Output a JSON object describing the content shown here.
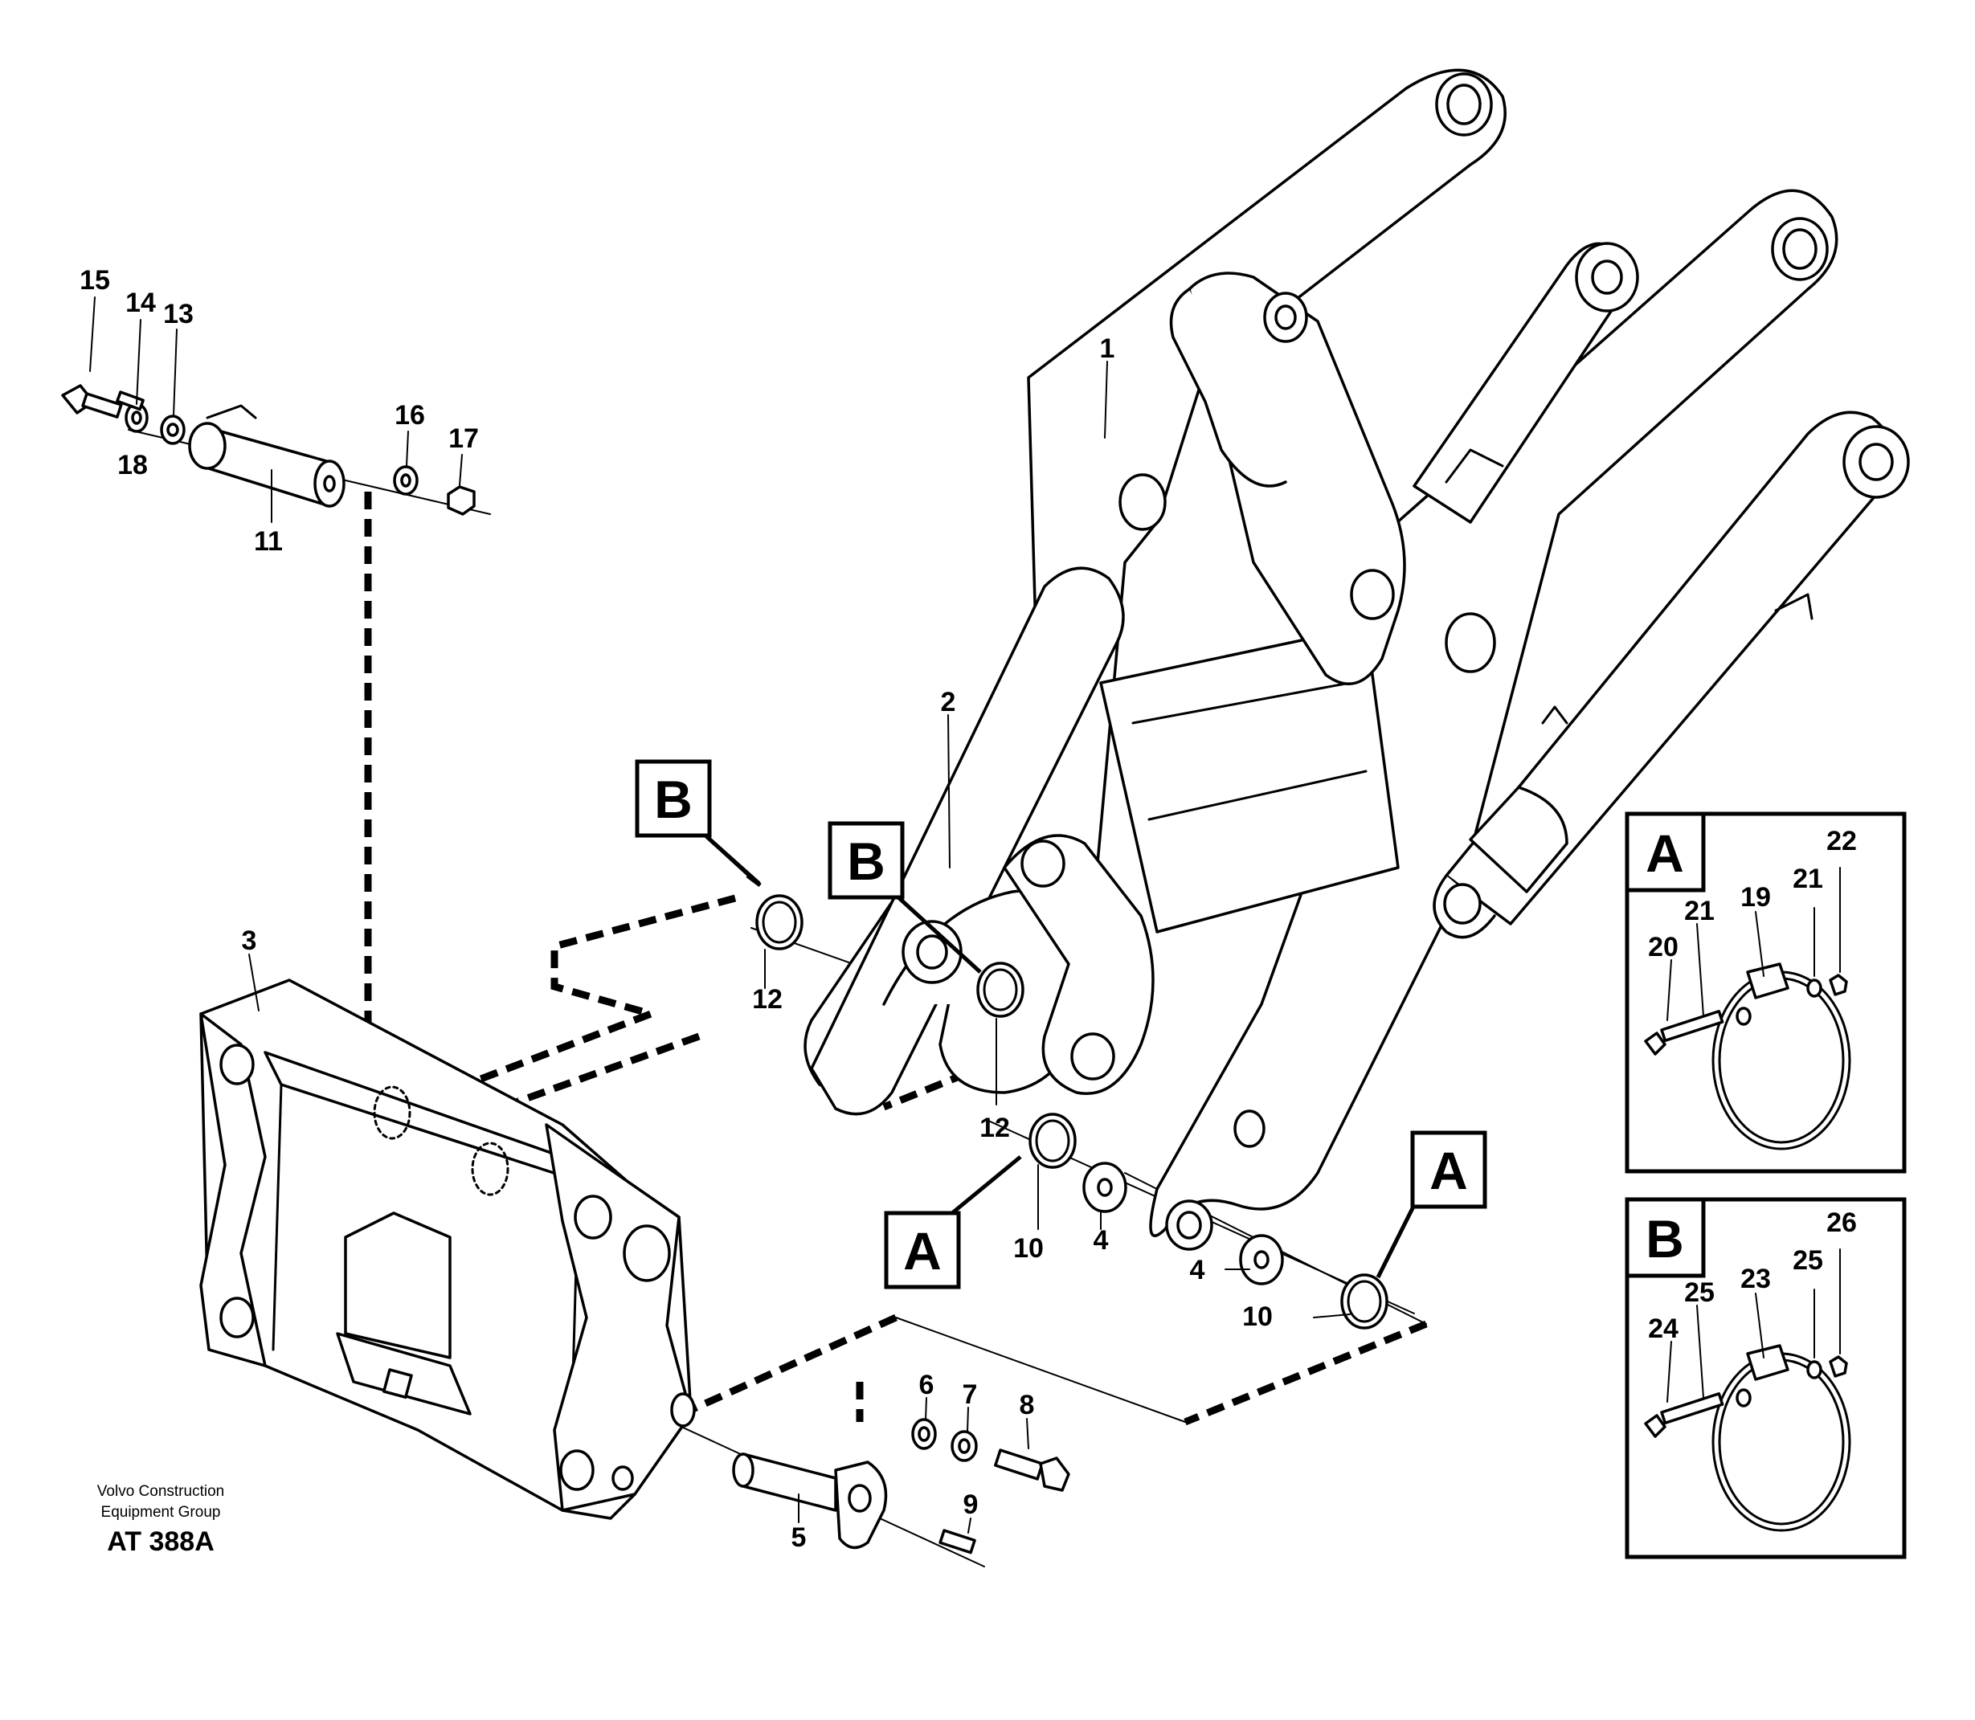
{
  "credit": {
    "line1": "Volvo Construction",
    "line2": "Equipment Group",
    "reference": "AT 388A"
  },
  "callouts": {
    "p1": "1",
    "p2": "2",
    "p3": "3",
    "p4a": "4",
    "p4b": "4",
    "p5": "5",
    "p6": "6",
    "p7": "7",
    "p8": "8",
    "p9": "9",
    "p10a": "10",
    "p10b": "10",
    "p11": "11",
    "p12a": "12",
    "p12b": "12",
    "p13": "13",
    "p14": "14",
    "p15": "15",
    "p16": "16",
    "p17": "17",
    "p18": "18"
  },
  "detail_markers": {
    "b_left": "B",
    "b_center": "B",
    "a_lower": "A",
    "a_right": "A"
  },
  "detail_a": {
    "label": "A",
    "callouts": {
      "c19": "19",
      "c20": "20",
      "c21a": "21",
      "c21b": "21",
      "c22": "22"
    }
  },
  "detail_b": {
    "label": "B",
    "callouts": {
      "c23": "23",
      "c24": "24",
      "c25a": "25",
      "c25b": "25",
      "c26": "26"
    }
  }
}
